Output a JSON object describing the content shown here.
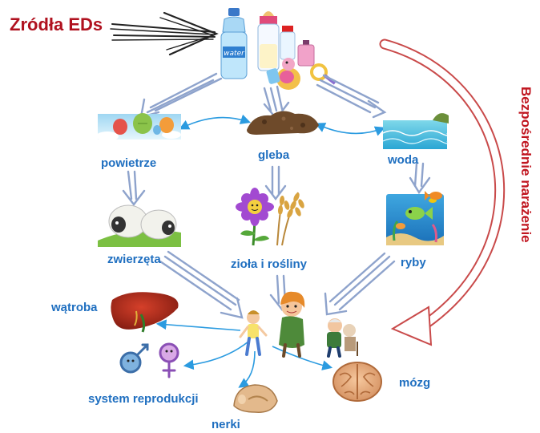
{
  "title": "Zródła EDs",
  "side_label": "Bezpośrednie narażenie",
  "nodes": {
    "air": "powietrze",
    "soil": "gleba",
    "water": "woda",
    "animals": "zwierzęta",
    "plants": "zioła i rośliny",
    "fish": "ryby",
    "liver": "wątroba",
    "reproduction": "system reprodukcji",
    "brain": "mózg",
    "kidneys": "nerki"
  },
  "source_bottle_text": "water",
  "colors": {
    "title": "#b0111f",
    "labels": "#1f6fc0",
    "flow_arrows": "#8ea3cc",
    "link_arrows": "#2b9be0",
    "direct_exposure_arrow": "#c94a4a"
  }
}
